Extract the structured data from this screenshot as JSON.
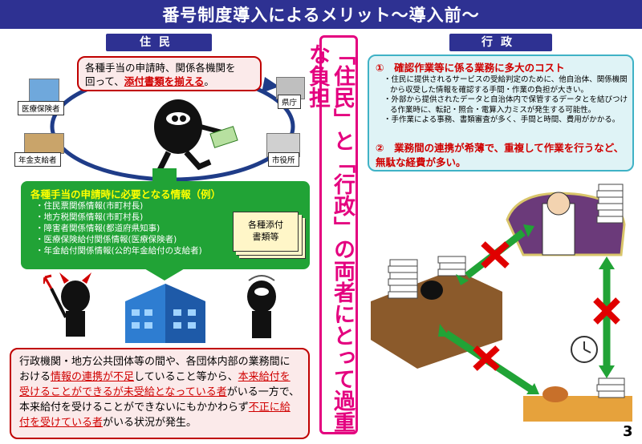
{
  "title": "番号制度導入によるメリット～導入前～",
  "left": {
    "header": "住民",
    "note": {
      "line1": "各種手当の申請時、関係各機関を",
      "line2_prefix": "回って、",
      "line2_emph": "添付書類を揃える",
      "line2_suffix": "。"
    },
    "buildings": [
      "医療保険者",
      "県庁",
      "年金支給者",
      "市役所"
    ],
    "info_title": "各種手当の申請時に必要となる情報（例）",
    "info_items": [
      "・住民票関係情報(市町村長)",
      "・地方税関係情報(市町村長)",
      "・障害者関係情報(都道府県知事)",
      "・医療保険給付関係情報(医療保険者)",
      "・年金給付関係情報(公的年金給付の支給者)"
    ],
    "docs_label": [
      "各種添付",
      "書類等"
    ],
    "bottom": {
      "t1": "行政機関・地方公共団体等の間や、各団体内部の業務間に",
      "t2": "おける",
      "e1": "情報の連携が不足",
      "t3": "していること等から、",
      "e2": "本来給付を受けることができるが未受給となっている者",
      "t4": "がいる一方で、本来給付を受けることができないにもかかわらず",
      "e3": "不正に給付を受けている者",
      "t5": "がいる状況が発生。"
    }
  },
  "center_text": "「住民」と「行政」の両者にとって過重な負担",
  "right": {
    "header": "行政",
    "point1": "①　確認作業等に係る業務に多大のコスト",
    "bullets": [
      "・住民に提供されるサービスの受給判定のために、他自治体、関係機関から収受した情報を確認する手間・作業の負担が大きい。",
      "・外部から提供されたデータと自治体内で保管するデータとを結びつける作業時に、転記・照合・電算入力ミスが発生する可能性。",
      "・手作業による事務、書類審査が多く、手間と時間、費用がかかる。"
    ],
    "point2": "②　業務間の連携が希薄で、重複して作業を行うなど、無駄な経費が多い。"
  },
  "page_number": "3",
  "colors": {
    "navy": "#2e3192",
    "magenta": "#e4007f",
    "red": "#d00000",
    "green": "#21a336",
    "cyan_bg": "#dff3f6"
  }
}
